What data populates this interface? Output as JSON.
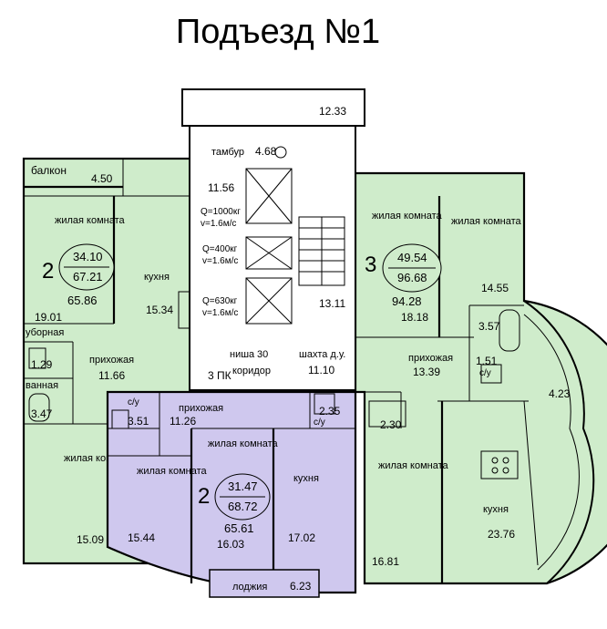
{
  "title": "Подъезд №1",
  "colors": {
    "green": "#cfeccb",
    "purple": "#cfc8ee",
    "wall": "#000000",
    "white": "#ffffff"
  },
  "core": {
    "balcony_top_area": "12.33",
    "tambur": "тамбур",
    "tambur_area": "4.68",
    "hall_area": "11.56",
    "lift1_q": "Q=1000кг",
    "lift1_v": "v=1.6м/с",
    "lift2_q": "Q=400кг",
    "lift2_v": "v=1.6м/с",
    "lift3_q": "Q=630кг",
    "lift3_v": "v=1.6м/с",
    "stair_area": "13.11",
    "nisha": "ниша",
    "nisha_area": "30",
    "koridor": "коридор",
    "shakhta": "шахта д.у.",
    "shakhta_area": "11.10",
    "pk": "3 ПК"
  },
  "apt_left": {
    "rooms_count": "2",
    "area_living": "34.10",
    "area_total": "67.21",
    "area_alt": "65.86",
    "balcony": "балкон",
    "balcony_area": "4.50",
    "room_label": "жилая комната",
    "room_area": "19.01",
    "kitchen": "кухня",
    "kitchen_area": "15.34",
    "toilet": "уборная",
    "toilet_area": "1.29",
    "bath": "ванная",
    "bath_area": "3.47",
    "hall": "прихожая",
    "hall_area": "11.66",
    "room2_label": "жилая комната",
    "room2_area": "15.09"
  },
  "apt_right": {
    "rooms_count": "3",
    "area_living": "49.54",
    "area_total": "96.68",
    "area_alt": "94.28",
    "room1_label": "жилая комната",
    "room1_area": "18.18",
    "room2_label": "жилая комната",
    "room2_area": "14.55",
    "bath_area": "3.57",
    "wc_label": "с/у",
    "wc_area": "1.51",
    "hall": "прихожая",
    "hall_area": "13.39",
    "loggia_area": "4.23",
    "wc2_area": "2.30",
    "room3_label": "жилая комната",
    "room3_area": "16.81",
    "kitchen": "кухня",
    "kitchen_area": "23.76"
  },
  "apt_center": {
    "rooms_count": "2",
    "area_living": "31.47",
    "area_total": "68.72",
    "area_alt": "65.61",
    "wc1_label": "с/у",
    "wc1_area": "3.51",
    "hall": "прихожая",
    "hall_area": "11.26",
    "wc2_label": "с/у",
    "wc2_area": "2.35",
    "room1_label": "жилая комната",
    "room1_area": "15.44",
    "room2_label": "жилая комната",
    "room2_area": "16.03",
    "kitchen": "кухня",
    "kitchen_area": "17.02",
    "loggia": "лоджия",
    "loggia_area": "6.23"
  }
}
